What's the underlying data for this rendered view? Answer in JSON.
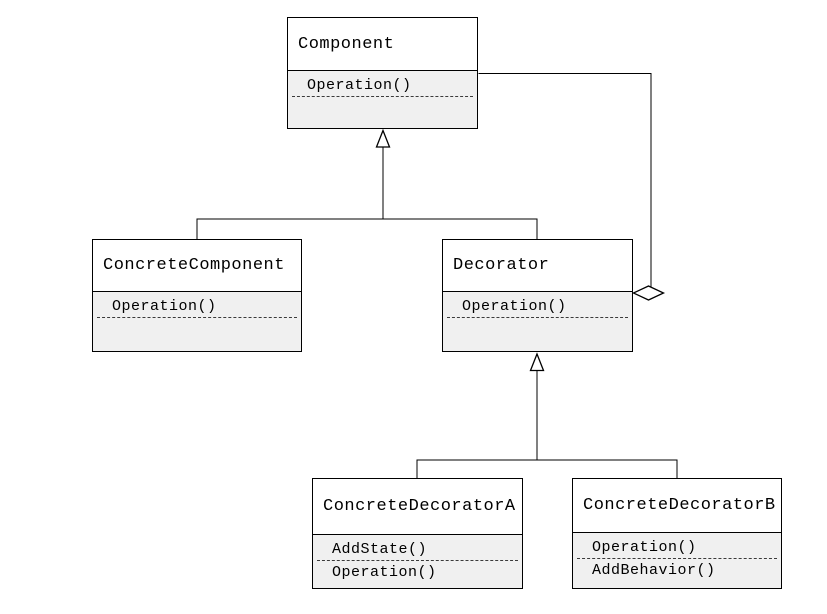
{
  "colors": {
    "background": "#ffffff",
    "compartment_fill": "#f0f0f0",
    "title_fill": "#ffffff",
    "line": "#000000"
  },
  "classes": [
    {
      "name": "Component",
      "methods": [
        "Operation()"
      ]
    },
    {
      "name": "ConcreteComponent",
      "methods": [
        "Operation()"
      ]
    },
    {
      "name": "Decorator",
      "methods": [
        "Operation()"
      ]
    },
    {
      "name": "ConcreteDecoratorA",
      "methods": [
        "AddState()",
        "Operation()"
      ]
    },
    {
      "name": "ConcreteDecoratorB",
      "methods": [
        "Operation()",
        "AddBehavior()"
      ]
    }
  ],
  "relationships": [
    {
      "type": "generalization",
      "from": "ConcreteComponent",
      "to": "Component"
    },
    {
      "type": "generalization",
      "from": "Decorator",
      "to": "Component"
    },
    {
      "type": "generalization",
      "from": "ConcreteDecoratorA",
      "to": "Decorator"
    },
    {
      "type": "generalization",
      "from": "ConcreteDecoratorB",
      "to": "Decorator"
    },
    {
      "type": "aggregation",
      "from": "Decorator",
      "to": "Component"
    }
  ]
}
